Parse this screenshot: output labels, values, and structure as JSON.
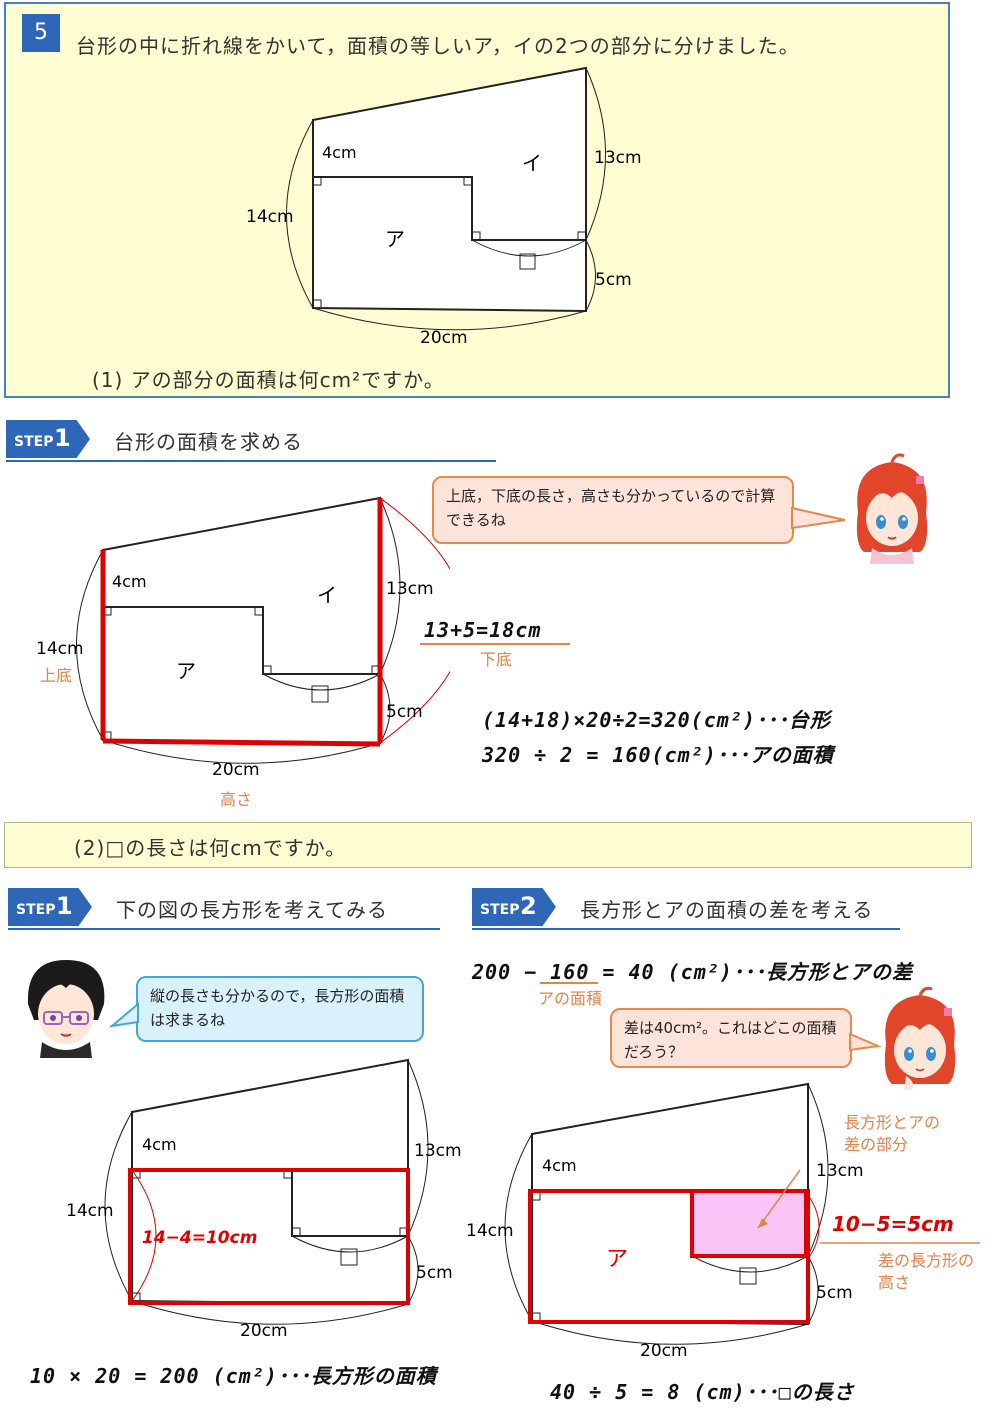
{
  "problem": {
    "number": "5",
    "text": "台形の中に折れ線をかいて，面積の等しいア，イの2つの部分に分けました。",
    "sub1": "(1) アの部分の面積は何cm²ですか。",
    "sub2": "(2)□の長さは何cmですか。"
  },
  "figure_labels": {
    "a": "ア",
    "i": "イ",
    "side_4": "4cm",
    "side_13": "13cm",
    "side_14": "14cm",
    "side_5": "5cm",
    "side_20": "20cm",
    "box": "□"
  },
  "step1_part1": {
    "step_word": "STEP",
    "step_num": "1",
    "title": "台形の面積を求める",
    "bubble": "上底，下底の長さ，高さも分かっているので計算できるね",
    "calc_lower": "13+5=18cm",
    "label_lower": "下底",
    "label_upper": "上底",
    "label_height": "高さ",
    "calc1": "(14+18)×20÷2=320(cm²)･･･台形",
    "calc2": "320 ÷ 2 = 160(cm²)･･･アの面積"
  },
  "step1_part2": {
    "step_word": "STEP",
    "step_num": "1",
    "title": "下の図の長方形を考えてみる",
    "bubble": "縦の長さも分かるので，長方形の面積は求まるね",
    "calc_height": "14−4=10cm",
    "calc": "10 × 20 = 200 (cm²)･･･長方形の面積"
  },
  "step2_part2": {
    "step_word": "STEP",
    "step_num": "2",
    "title": "長方形とアの面積の差を考える",
    "calc1": "200 − 160 = 40 (cm²)･･･長方形とアの差",
    "label_a_area": "アの面積",
    "bubble": "差は40cm²。これはどこの面積だろう？",
    "label_diff": "長方形とアの差の部分",
    "calc_diff": "10−5=5cm",
    "label_diff_height": "差の長方形の高さ",
    "calc2": "40 ÷ 5 = 8 (cm)･･･□の長さ"
  },
  "colors": {
    "accent": "#2f67b8",
    "red": "#e00000",
    "orange": "#e5834a",
    "pink": "#f9c4f6",
    "panel": "#fffed2"
  }
}
